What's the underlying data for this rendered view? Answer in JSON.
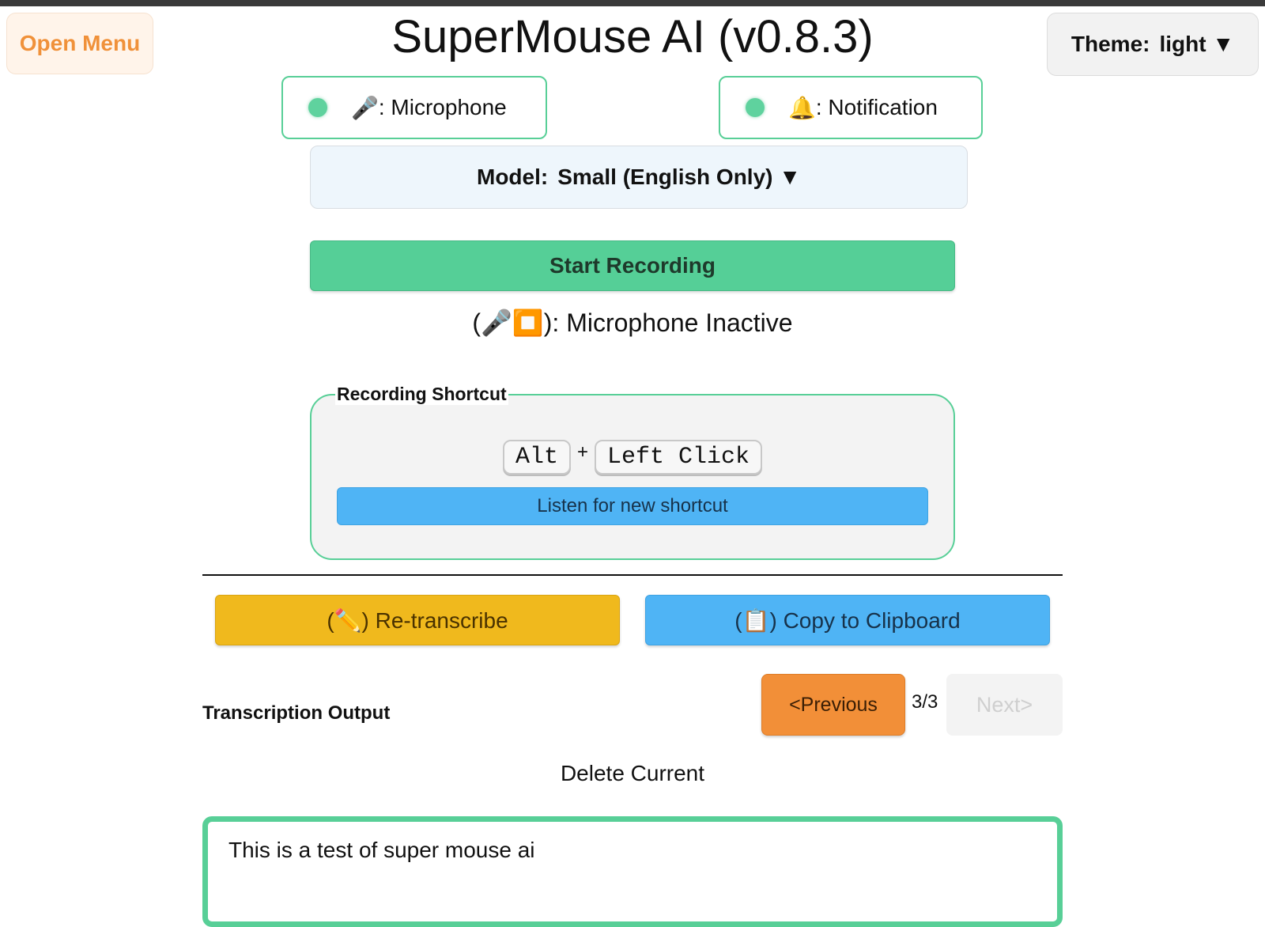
{
  "app": {
    "title": "SuperMouse AI (v0.8.3)"
  },
  "header": {
    "open_menu_label": "Open Menu",
    "theme_label": "Theme:",
    "theme_value": "light ▼"
  },
  "status": {
    "microphone": {
      "icon": "🎤",
      "label": ": Microphone",
      "state_color": "#5fd29e"
    },
    "notification": {
      "icon": "🔔",
      "label": ": Notification",
      "state_color": "#5fd29e"
    }
  },
  "model": {
    "label": "Model:",
    "selected": "Small (English Only) ▼"
  },
  "recording": {
    "start_label": "Start Recording",
    "mic_status": "(🎤⏹️): Microphone Inactive"
  },
  "shortcut": {
    "legend": "Recording Shortcut",
    "keys": [
      "Alt",
      "Left Click"
    ],
    "plus": "+",
    "listen_label": "Listen for new shortcut"
  },
  "actions": {
    "retranscribe_label": "(✏️) Re-transcribe",
    "copy_label": "(📋) Copy to Clipboard"
  },
  "output": {
    "label": "Transcription Output",
    "prev_label": "<Previous",
    "page": "3/3",
    "next_label": "Next>",
    "delete_label": "Delete Current",
    "text": "This is a test of super mouse ai"
  },
  "colors": {
    "accent_green": "#55cf97",
    "accent_blue": "#4fb4f5",
    "accent_yellow": "#f0b91d",
    "accent_orange": "#f28f38",
    "menu_orange": "#f0913a"
  }
}
